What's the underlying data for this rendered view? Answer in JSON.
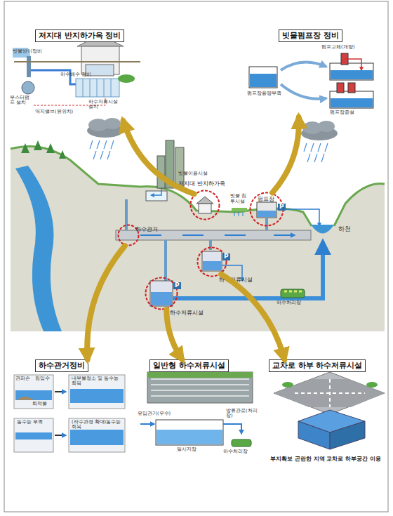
{
  "diagram": {
    "nodes": [
      {
        "text": [
          "저지대 반지하가옥 정비"
        ]
      },
      {
        "text": [
          "빗물펌프장 정비"
        ]
      },
      {
        "text": [
          "저지대 반지하가옥"
        ]
      },
      {
        "text": [
          "펌프장"
        ]
      },
      {
        "text": [
          "하수관거"
        ]
      },
      {
        "text": [
          "하수저류시설"
        ]
      },
      {
        "text": [
          "하수저류시설"
        ]
      },
      {
        "text": [
          "하수관거정비"
        ]
      },
      {
        "text": [
          "일반형 하수저류시설"
        ]
      },
      {
        "text": [
          "교차로 하부 하수저류시설",
          "부지확보 곤란한 지역 교차로 하부공간 이용"
        ]
      }
    ],
    "edges": [
      {
        "from": 2,
        "to": 0,
        "arrow": "to"
      },
      {
        "from": 3,
        "to": 1,
        "arrow": "to"
      },
      {
        "from": 4,
        "to": 7,
        "arrow": "to"
      },
      {
        "from": 6,
        "to": 8,
        "arrow": "to"
      },
      {
        "from": 5,
        "to": 9,
        "arrow": "to"
      }
    ],
    "labels": [
      "빗물받이정비",
      "부스터펌프 설치",
      "역지밸브(원위치)",
      "하수배수 정비",
      "하수저류시설 설치",
      "펌프교체(개량)",
      "펌프장용량부족",
      "펌프장증설",
      "빗물이용시설",
      "빗물 침투시설",
      "하천",
      "하수처리장",
      "P",
      "P",
      "P",
      "관파손",
      "침입수",
      "퇴적물",
      "내부물청소 및 통수능 회복",
      "통수능 부족",
      "(하수관경 확대)통수능 회복",
      "유입관거(우수)",
      "방류관로(처리장)",
      "일시저장",
      "하수처리장"
    ]
  }
}
